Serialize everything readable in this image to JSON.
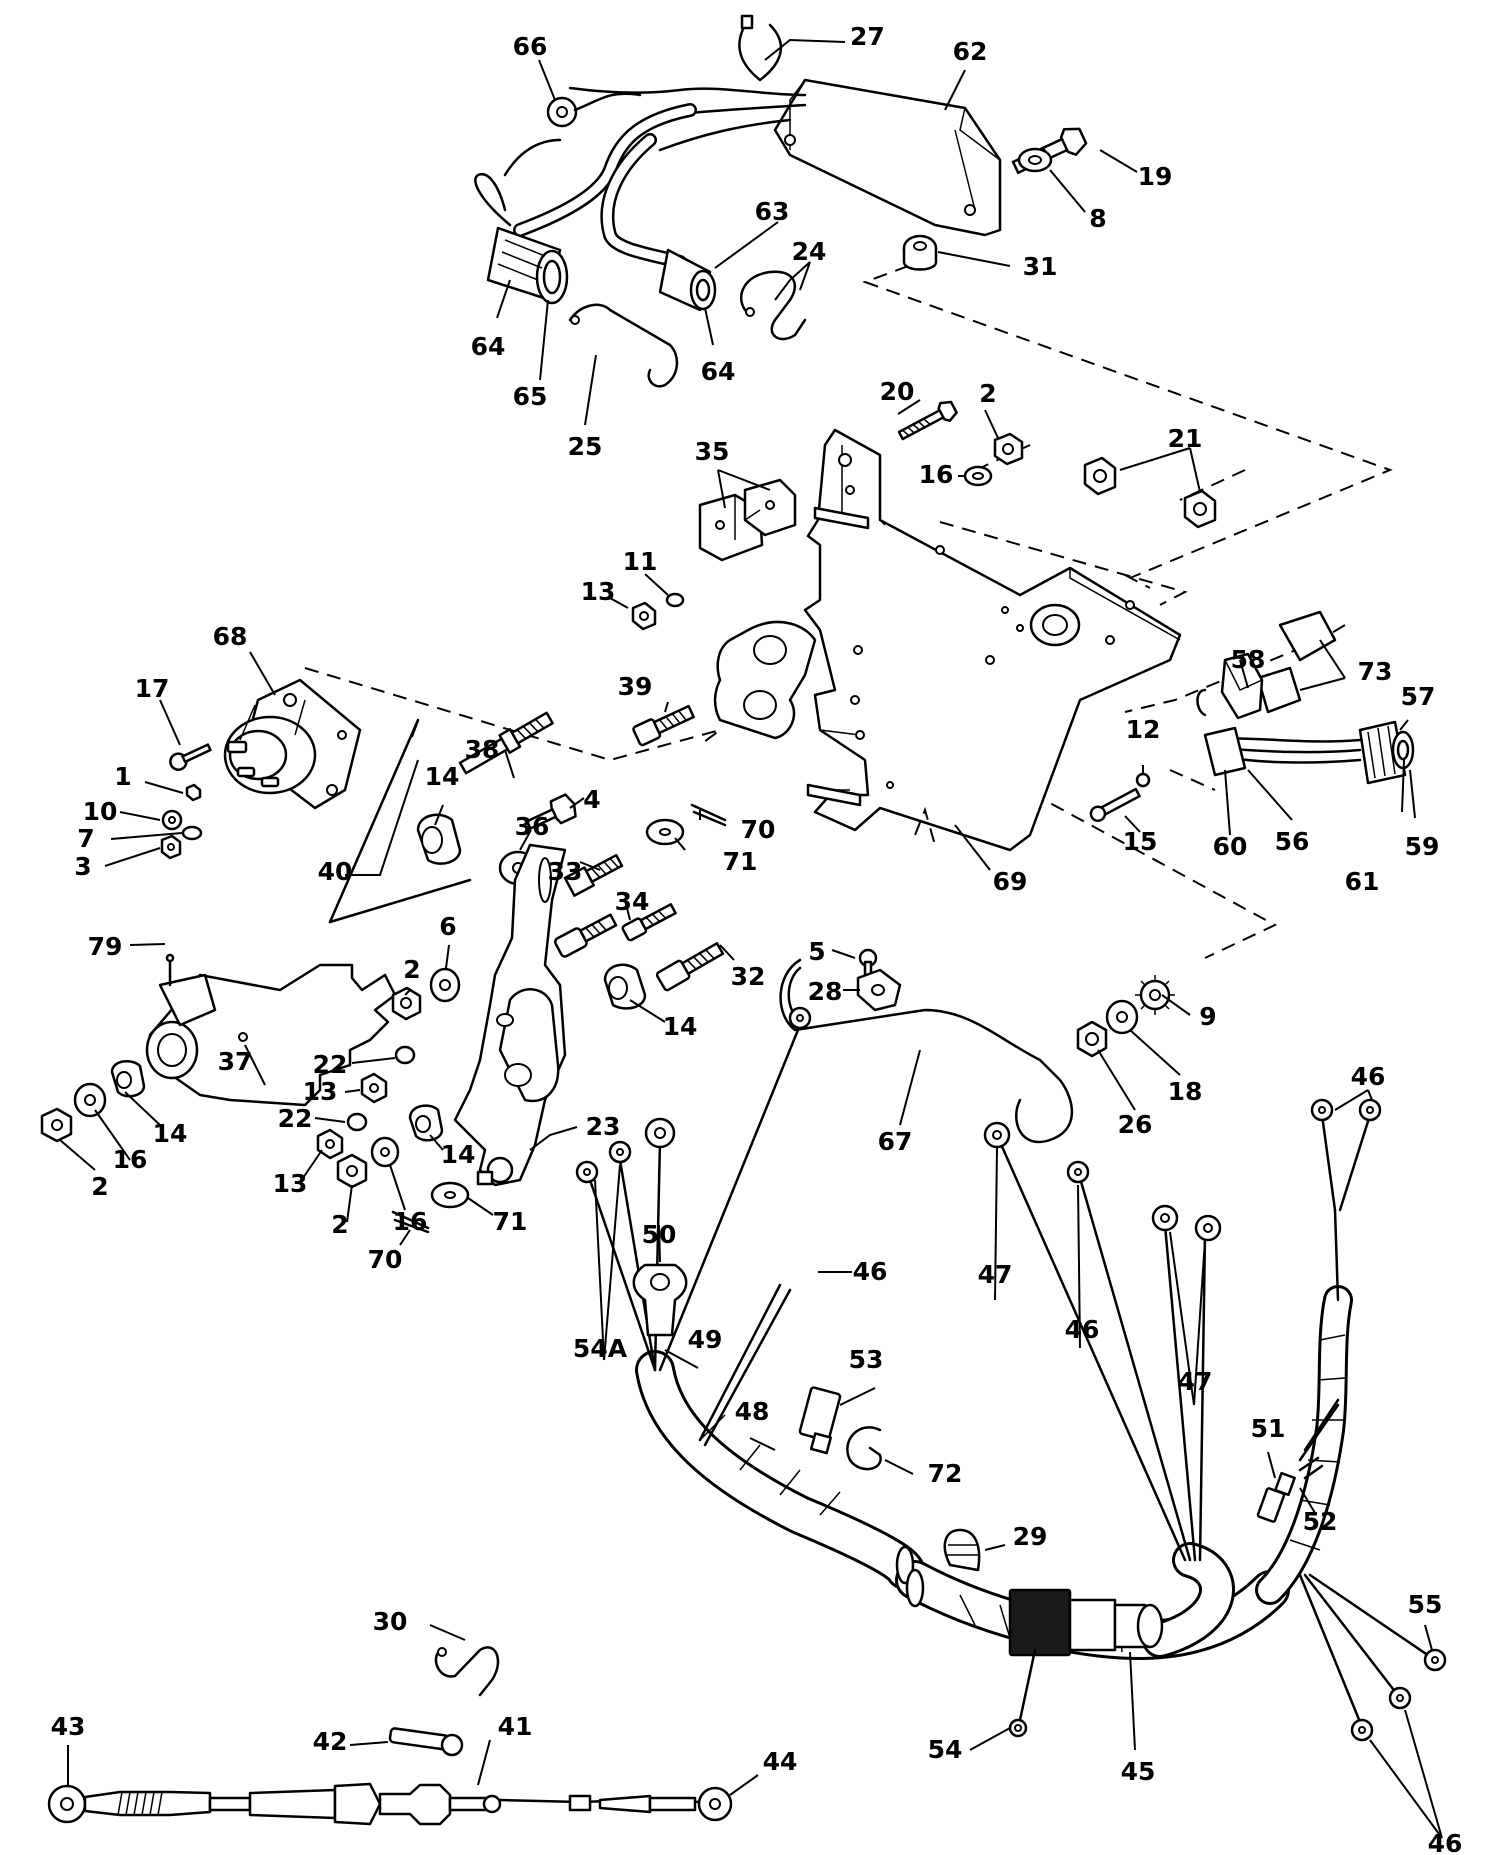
{
  "diagram": {
    "callouts": [
      {
        "label": "66"
      },
      {
        "label": "27"
      },
      {
        "label": "62"
      },
      {
        "label": "19"
      },
      {
        "label": "8"
      },
      {
        "label": "63"
      },
      {
        "label": "24"
      },
      {
        "label": "31"
      },
      {
        "label": "64"
      },
      {
        "label": "65"
      },
      {
        "label": "64"
      },
      {
        "label": "25"
      },
      {
        "label": "20"
      },
      {
        "label": "2"
      },
      {
        "label": "21"
      },
      {
        "label": "35"
      },
      {
        "label": "16"
      },
      {
        "label": "11"
      },
      {
        "label": "13"
      },
      {
        "label": "68"
      },
      {
        "label": "17"
      },
      {
        "label": "39"
      },
      {
        "label": "58"
      },
      {
        "label": "73"
      },
      {
        "label": "57"
      },
      {
        "label": "12"
      },
      {
        "label": "1"
      },
      {
        "label": "10"
      },
      {
        "label": "7"
      },
      {
        "label": "3"
      },
      {
        "label": "38"
      },
      {
        "label": "14"
      },
      {
        "label": "4"
      },
      {
        "label": "36"
      },
      {
        "label": "70"
      },
      {
        "label": "40"
      },
      {
        "label": "33"
      },
      {
        "label": "34"
      },
      {
        "label": "71"
      },
      {
        "label": "15"
      },
      {
        "label": "60"
      },
      {
        "label": "56"
      },
      {
        "label": "59"
      },
      {
        "label": "61"
      },
      {
        "label": "69"
      },
      {
        "label": "79"
      },
      {
        "label": "6"
      },
      {
        "label": "2"
      },
      {
        "label": "5"
      },
      {
        "label": "32"
      },
      {
        "label": "28"
      },
      {
        "label": "14"
      },
      {
        "label": "9"
      },
      {
        "label": "37"
      },
      {
        "label": "22"
      },
      {
        "label": "13"
      },
      {
        "label": "18"
      },
      {
        "label": "26"
      },
      {
        "label": "14"
      },
      {
        "label": "16"
      },
      {
        "label": "2"
      },
      {
        "label": "22"
      },
      {
        "label": "23"
      },
      {
        "label": "67"
      },
      {
        "label": "13"
      },
      {
        "label": "14"
      },
      {
        "label": "16"
      },
      {
        "label": "2"
      },
      {
        "label": "71"
      },
      {
        "label": "70"
      },
      {
        "label": "50"
      },
      {
        "label": "46"
      },
      {
        "label": "46"
      },
      {
        "label": "47"
      },
      {
        "label": "46"
      },
      {
        "label": "54A"
      },
      {
        "label": "49"
      },
      {
        "label": "53"
      },
      {
        "label": "47"
      },
      {
        "label": "48"
      },
      {
        "label": "51"
      },
      {
        "label": "72"
      },
      {
        "label": "52"
      },
      {
        "label": "29"
      },
      {
        "label": "55"
      },
      {
        "label": "30"
      },
      {
        "label": "43"
      },
      {
        "label": "42"
      },
      {
        "label": "41"
      },
      {
        "label": "44"
      },
      {
        "label": "54"
      },
      {
        "label": "45"
      },
      {
        "label": "46"
      }
    ]
  }
}
